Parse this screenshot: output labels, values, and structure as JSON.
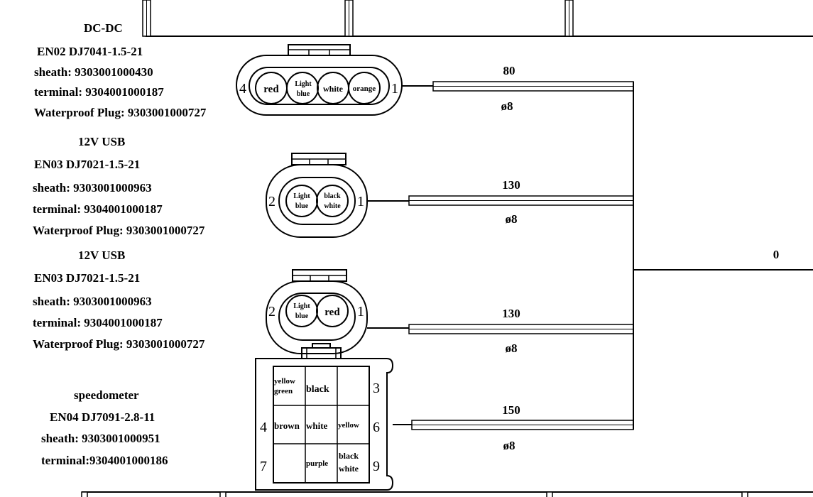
{
  "connectors": [
    {
      "name": "DC-DC",
      "part": "EN02  DJ7041-1.5-21",
      "sheath": "sheath: 9303001000430",
      "terminal": "terminal: 9304001000187",
      "plug": "Waterproof Plug: 9303001000727",
      "pin_left": "4",
      "pin_right": "1",
      "wires": [
        [
          "red"
        ],
        [
          "Light",
          "blue"
        ],
        [
          "white"
        ],
        [
          "orange"
        ]
      ]
    },
    {
      "name": "12V USB",
      "part": "EN03  DJ7021-1.5-21",
      "sheath": "sheath: 9303001000963",
      "terminal": "terminal: 9304001000187",
      "plug": "Waterproof Plug: 9303001000727",
      "pin_left": "2",
      "pin_right": "1",
      "wires": [
        [
          "Light",
          "blue"
        ],
        [
          "black",
          "white"
        ]
      ]
    },
    {
      "name": "12V USB",
      "part": "EN03  DJ7021-1.5-21",
      "sheath": "sheath: 9303001000963",
      "terminal": "terminal: 9304001000187",
      "plug": "Waterproof Plug: 9303001000727",
      "pin_left": "2",
      "pin_right": "1",
      "wires": [
        [
          "Light",
          "blue"
        ],
        [
          "red"
        ]
      ]
    },
    {
      "name": "speedometer",
      "part": "EN04  DJ7091-2.8-11",
      "sheath": "sheath:  9303001000951",
      "terminal": "terminal:9304001000186",
      "pins": [
        "3",
        "4",
        "6",
        "7",
        "9"
      ],
      "grid": [
        [
          [
            "yellow",
            "green"
          ],
          [
            "black"
          ],
          []
        ],
        [
          [
            "brown"
          ],
          [
            "white"
          ],
          [
            "yellow"
          ]
        ],
        [
          [],
          [
            "purple"
          ],
          [
            "black",
            "white"
          ]
        ]
      ]
    }
  ],
  "branches": [
    {
      "length": "80",
      "diameter": "ø8"
    },
    {
      "length": "130",
      "diameter": "ø8"
    },
    {
      "length": "130",
      "diameter": "ø8"
    },
    {
      "length": "150",
      "diameter": "ø8"
    }
  ],
  "trunk": {
    "length": "0"
  }
}
